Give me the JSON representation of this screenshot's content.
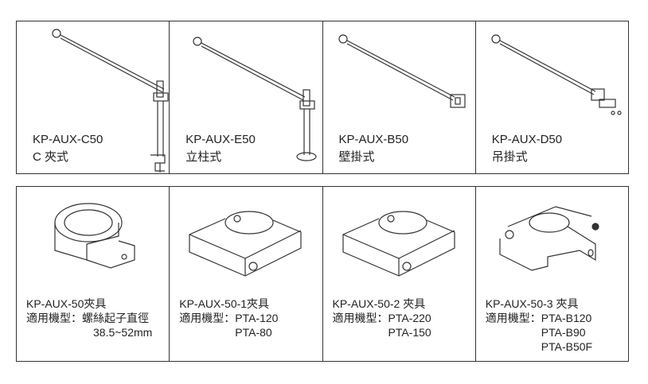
{
  "arms": [
    {
      "model": "KP-AUX-C50",
      "type": "C 夾式"
    },
    {
      "model": "KP-AUX-E50",
      "type": "立柱式"
    },
    {
      "model": "KP-AUX-B50",
      "type": "壁掛式"
    },
    {
      "model": "KP-AUX-D50",
      "type": "吊掛式"
    }
  ],
  "clamps": [
    {
      "model": "KP-AUX-50夾具",
      "label": "適用機型：",
      "values": [
        "螺絲起子直徑",
        "38.5~52mm"
      ]
    },
    {
      "model": "KP-AUX-50-1夾具",
      "label": "適用機型：",
      "values": [
        "PTA-120",
        "PTA-80"
      ]
    },
    {
      "model": "KP-AUX-50-2 夾具",
      "label": "適用機型：",
      "values": [
        "PTA-220",
        "PTA-150"
      ]
    },
    {
      "model": "KP-AUX-50-3 夾具",
      "label": "適用機型：",
      "values": [
        "PTA-B120",
        "PTA-B90",
        "PTA-B50F"
      ]
    }
  ]
}
